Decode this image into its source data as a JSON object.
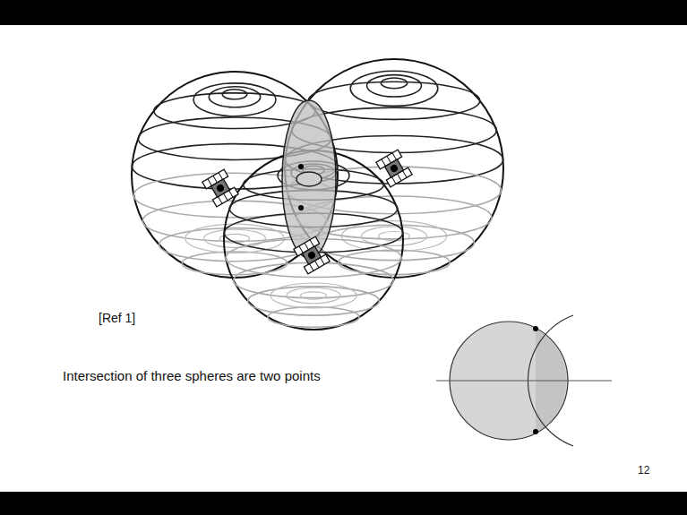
{
  "diagram": {
    "labels": [
      "[Ref 1]",
      "Intersection of three spheres are two points",
      "12"
    ]
  }
}
